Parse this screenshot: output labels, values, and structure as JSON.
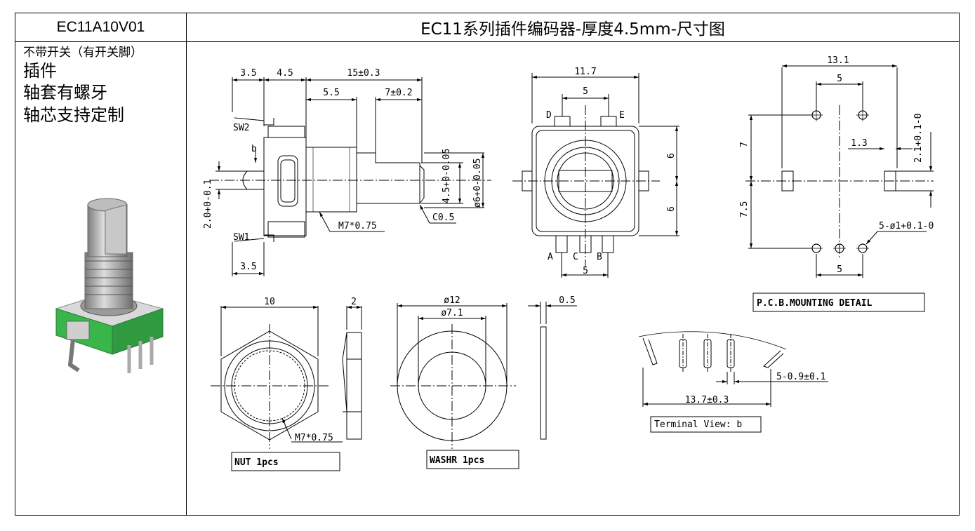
{
  "header": {
    "model": "EC11A10V01",
    "title": "EC11系列插件编码器-厚度4.5mm-尺寸图"
  },
  "features": {
    "switch": "不带开关（有开关脚）",
    "mount": "插件",
    "bushing": "轴套有螺牙",
    "shaft": "轴芯支持定制"
  },
  "side_view": {
    "dims": [
      "3.5",
      "4.5",
      "15±0.3",
      "5.5",
      "7±0.2",
      "3.5"
    ],
    "sw2": "SW2",
    "sw1": "SW1",
    "b": "b",
    "thread": "M7*0.75",
    "chamfer": "C0.5",
    "tol_left": "2.0+0-0.1",
    "tol_flat": "4.5+0-0.05",
    "tol_dia": "ø6+0-0.05"
  },
  "front_view": {
    "w": "11.7",
    "top5": "5",
    "bot5": "5",
    "h6a": "6",
    "h6b": "6",
    "pins": [
      "D",
      "E",
      "A",
      "C",
      "B"
    ]
  },
  "pcb": {
    "w": "13.1",
    "p5": "5",
    "h7": "7",
    "h75": "7.5",
    "h13": "1.3",
    "tol": "2.1+0.1-0",
    "holes": "5-ø1+0.1-0",
    "b5": "5",
    "label": "P.C.B.MOUNTING DETAIL"
  },
  "nut": {
    "w": "10",
    "t": "2",
    "thread": "M7*0.75",
    "label": "NUT 1pcs"
  },
  "washer": {
    "od": "ø12",
    "id": "ø7.1",
    "t": "0.5",
    "label": "WASHR  1pcs"
  },
  "terminal": {
    "pin": "5-0.9±0.1",
    "span": "13.7±0.3",
    "label": "Terminal View: b"
  },
  "colors": {
    "line": "#000000",
    "pcb_green": "#3fbf55",
    "metal": "#a8a8a8"
  }
}
